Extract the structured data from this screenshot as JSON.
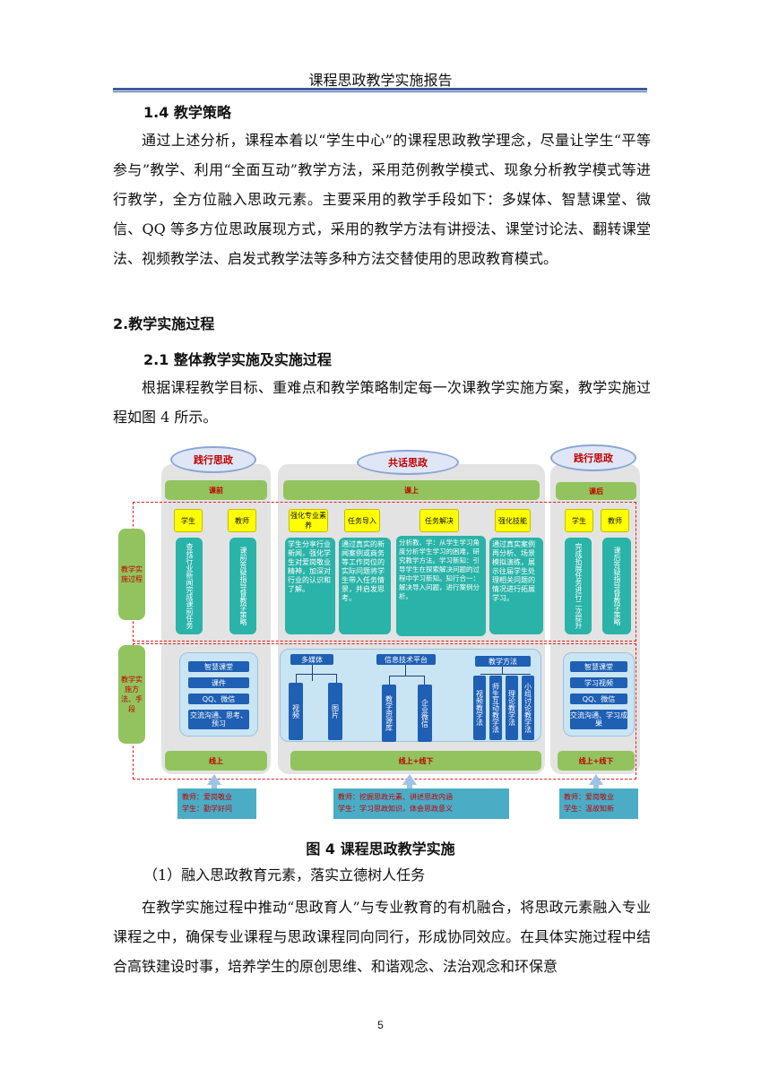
{
  "header": {
    "title": "课程思政教学实施报告"
  },
  "sec_1_4": {
    "heading": "1.4 教学策略",
    "paragraph": "通过上述分析，课程本着以“学生中心”的课程思政教学理念，尽量让学生“平等参与”教学、利用“全面互动”教学方法，采用范例教学模式、现象分析教学模式等进行教学，全方位融入思政元素。主要采用的教学手段如下：多媒体、智慧课堂、微信、QQ 等多方位思政展现方式，采用的教学方法有讲授法、课堂讨论法、翻转课堂法、视频教学法、启发式教学法等多种方法交替使用的思政教育模式。"
  },
  "sec_2": {
    "heading": "2.教学实施过程"
  },
  "sec_2_1": {
    "heading": "2.1 整体教学实施及实施过程",
    "paragraph": "根据课程教学目标、重难点和教学策略制定每一次课教学实施方案，教学实施过程如图 4 所示。"
  },
  "figure": {
    "caption": "图 4  课程思政教学实施",
    "ovals": {
      "left": "践行思政",
      "center": "共话思政",
      "right": "践行思政"
    },
    "phases": {
      "before": "课前",
      "during": "课上",
      "after": "课后"
    },
    "side_labels": {
      "process": "教学实施过程",
      "methods": "教学实施方法、手段"
    },
    "left_col": {
      "roles": [
        "学生",
        "教师"
      ],
      "tasks": [
        "查找行业新闻完成课前任务",
        "课前答疑指导督教学策略"
      ],
      "tools": [
        "智慧课堂",
        "课件",
        "QQ、微信",
        "交流沟通、思考、预习"
      ],
      "footer": "线上",
      "bottom_lines": [
        "教师：爱岗敬业",
        "学生：勤学好问"
      ]
    },
    "center_col": {
      "steps": [
        "强化专业素养",
        "任务导入",
        "任务解决",
        "强化技能"
      ],
      "details": [
        "学生分享行业新闻，强化学生对爱岗敬业精神，加深对行业的认识和了解。",
        "通过真实的新闻案例或商务等工作岗位的实际问题将学生带入任务情景，并启发思考。",
        "分析教、学：从学生学习角度分析学生学习的困难，研究教学方法。学习新知：引导学生在探索解决问题的过程中学习新知。知行合一：解决导入问题，进行案例分析。",
        "通过真实案例再分析、场景模拟演练，展示往届学生处理相关问题的情况进行拓展学习。"
      ],
      "groups": [
        "多媒体",
        "信息技术平台",
        "教学方法"
      ],
      "media": [
        "视频",
        "图片"
      ],
      "platforms": [
        "教学资源库",
        "企业微信"
      ],
      "methods": [
        "视频教学法",
        "师生互动教学法",
        "理论教学法",
        "小组讨论教学法"
      ],
      "footer": "线上+线下",
      "bottom_lines": [
        "教师：挖掘思政元素、讲述思政内涵",
        "学生：学习思政知识，体会思政意义"
      ]
    },
    "right_col": {
      "roles": [
        "学生",
        "教师"
      ],
      "tasks": [
        "完成拓展任务进行二次提升",
        "课后答疑指导督教学策略"
      ],
      "tools": [
        "智慧课堂",
        "学习视频",
        "QQ、微信",
        "交流沟通、学习成果"
      ],
      "footer": "线上+线下",
      "bottom_lines": [
        "教师：爱岗敬业",
        "学生：温故知新"
      ]
    }
  },
  "sec_item1": {
    "heading": "（1）融入思政教育元素，落实立德树人任务",
    "paragraph": "在教学实施过程中推动“思政育人”与专业教育的有机融合，将思政元素融入专业课程之中，确保专业课程与思政课程同向同行，形成协同效应。在具体实施过程中结合高铁建设时事，培养学生的原创思维、和谐观念、法治观念和环保意"
  },
  "page_number": "5"
}
